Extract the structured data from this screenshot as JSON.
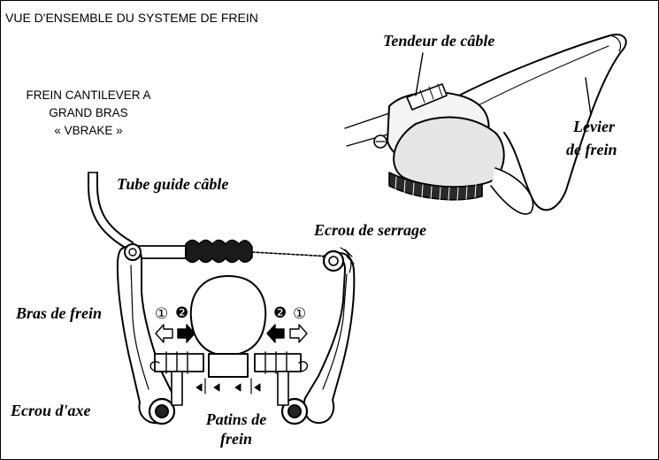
{
  "title": "VUE D'ENSEMBLE DU SYSTEME DE FREIN",
  "brake_type": {
    "line1": "FREIN CANTILEVER A",
    "line2": "GRAND BRAS",
    "line3": "« VBRAKE »"
  },
  "labels": {
    "cable_adjuster": "Tendeur de câble",
    "lever_line1": "Levier",
    "lever_line2": "de frein",
    "cable_guide": "Tube guide câble",
    "lock_nut": "Ecrou de serrage",
    "brake_arm": "Bras de frein",
    "axle_nut": "Ecrou d'axe",
    "pads_line1": "Patins de",
    "pads_line2": "frein"
  },
  "markers": {
    "one": "①",
    "two": "❷"
  }
}
